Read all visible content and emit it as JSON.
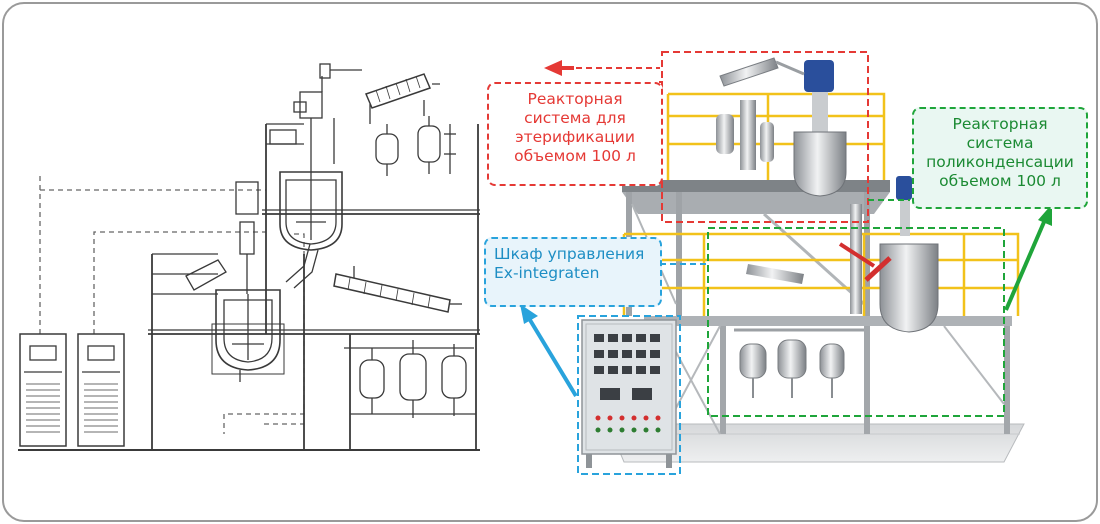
{
  "callouts": {
    "esterification": {
      "lines": [
        "Реакторная",
        "система для",
        "этерификации",
        "объемом 100 л"
      ],
      "color": "#e53935"
    },
    "polycondensation": {
      "lines": [
        "Реакторная",
        "система",
        "поликонденсации",
        "объемом 100 л"
      ],
      "color": "#1fa53a"
    },
    "control_cabinet": {
      "lines": [
        "Шкаф управления",
        "Ex-integraten"
      ],
      "color": "#29a3dc"
    }
  },
  "colors": {
    "frame_border": "#9a9a9a",
    "drawing_line": "#3a3a3a",
    "steel": "#b9bcc0",
    "railing": "#f2c21a",
    "cabinet": "#dfe3e6"
  }
}
